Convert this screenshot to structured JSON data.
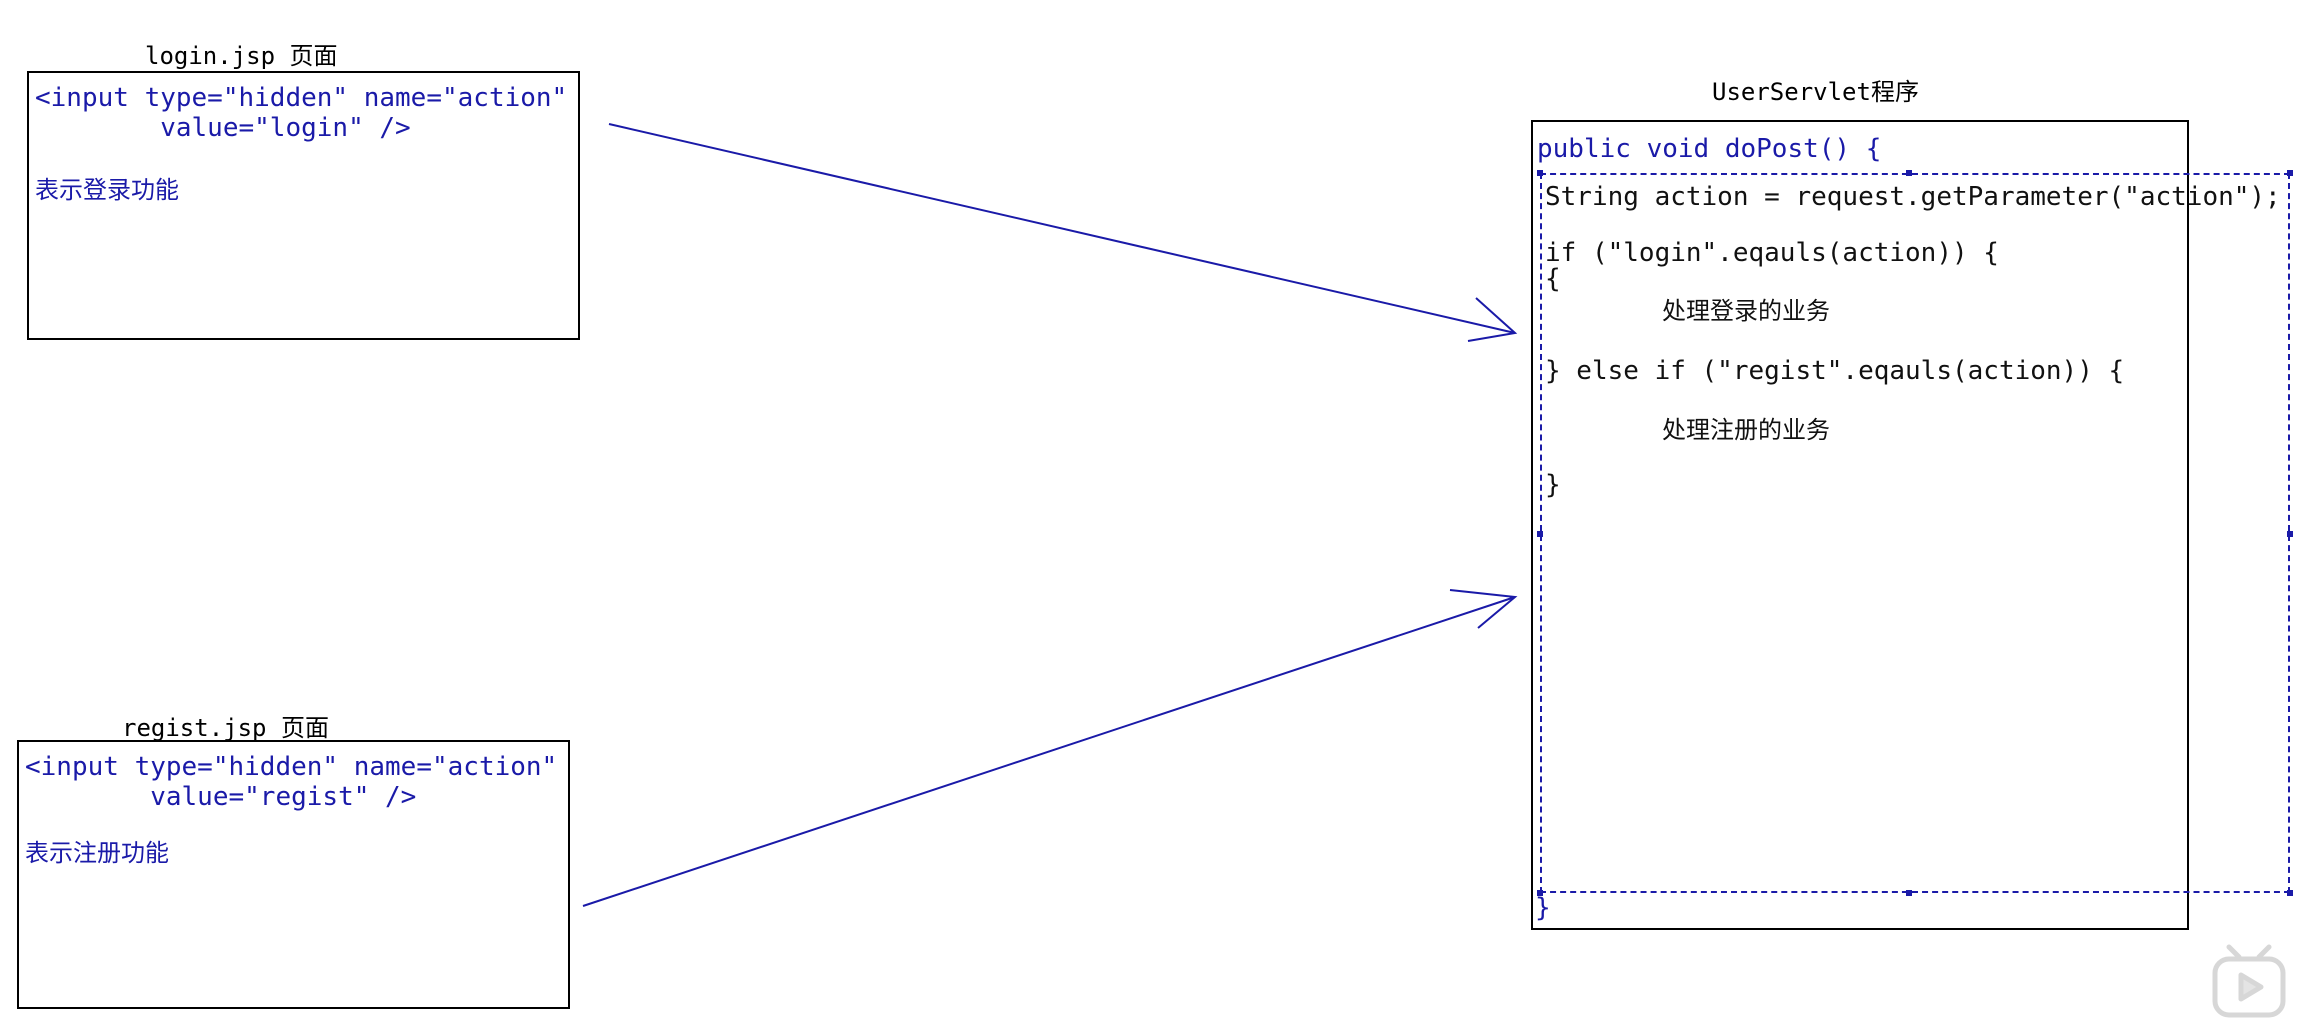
{
  "login_box": {
    "title": "login.jsp 页面",
    "line1": "<input type=\"hidden\" name=\"action\"",
    "line2": "        value=\"login\" />",
    "desc": "表示登录功能"
  },
  "regist_box": {
    "title": "regist.jsp 页面",
    "line1": "<input type=\"hidden\" name=\"action\"",
    "line2": "        value=\"regist\" />",
    "desc": "表示注册功能"
  },
  "servlet_box": {
    "title": "UserServlet程序",
    "signature": "public void doPost() {",
    "line_action": "String action = request.getParameter(\"action\");",
    "line_if": "if (\"login\".eqauls(action)) {",
    "line_brace_open": "{",
    "line_login_task": "处理登录的业务",
    "line_else_if": "} else if (\"regist\".eqauls(action)) {",
    "line_regist_task": "处理注册的业务",
    "line_close_inner": "}",
    "line_close_method": "}"
  },
  "colors": {
    "code": "#1a1aa8",
    "text": "#111111",
    "border": "#000000",
    "arrow": "#1a1aa8"
  },
  "icons": [
    "play-watermark-icon"
  ]
}
